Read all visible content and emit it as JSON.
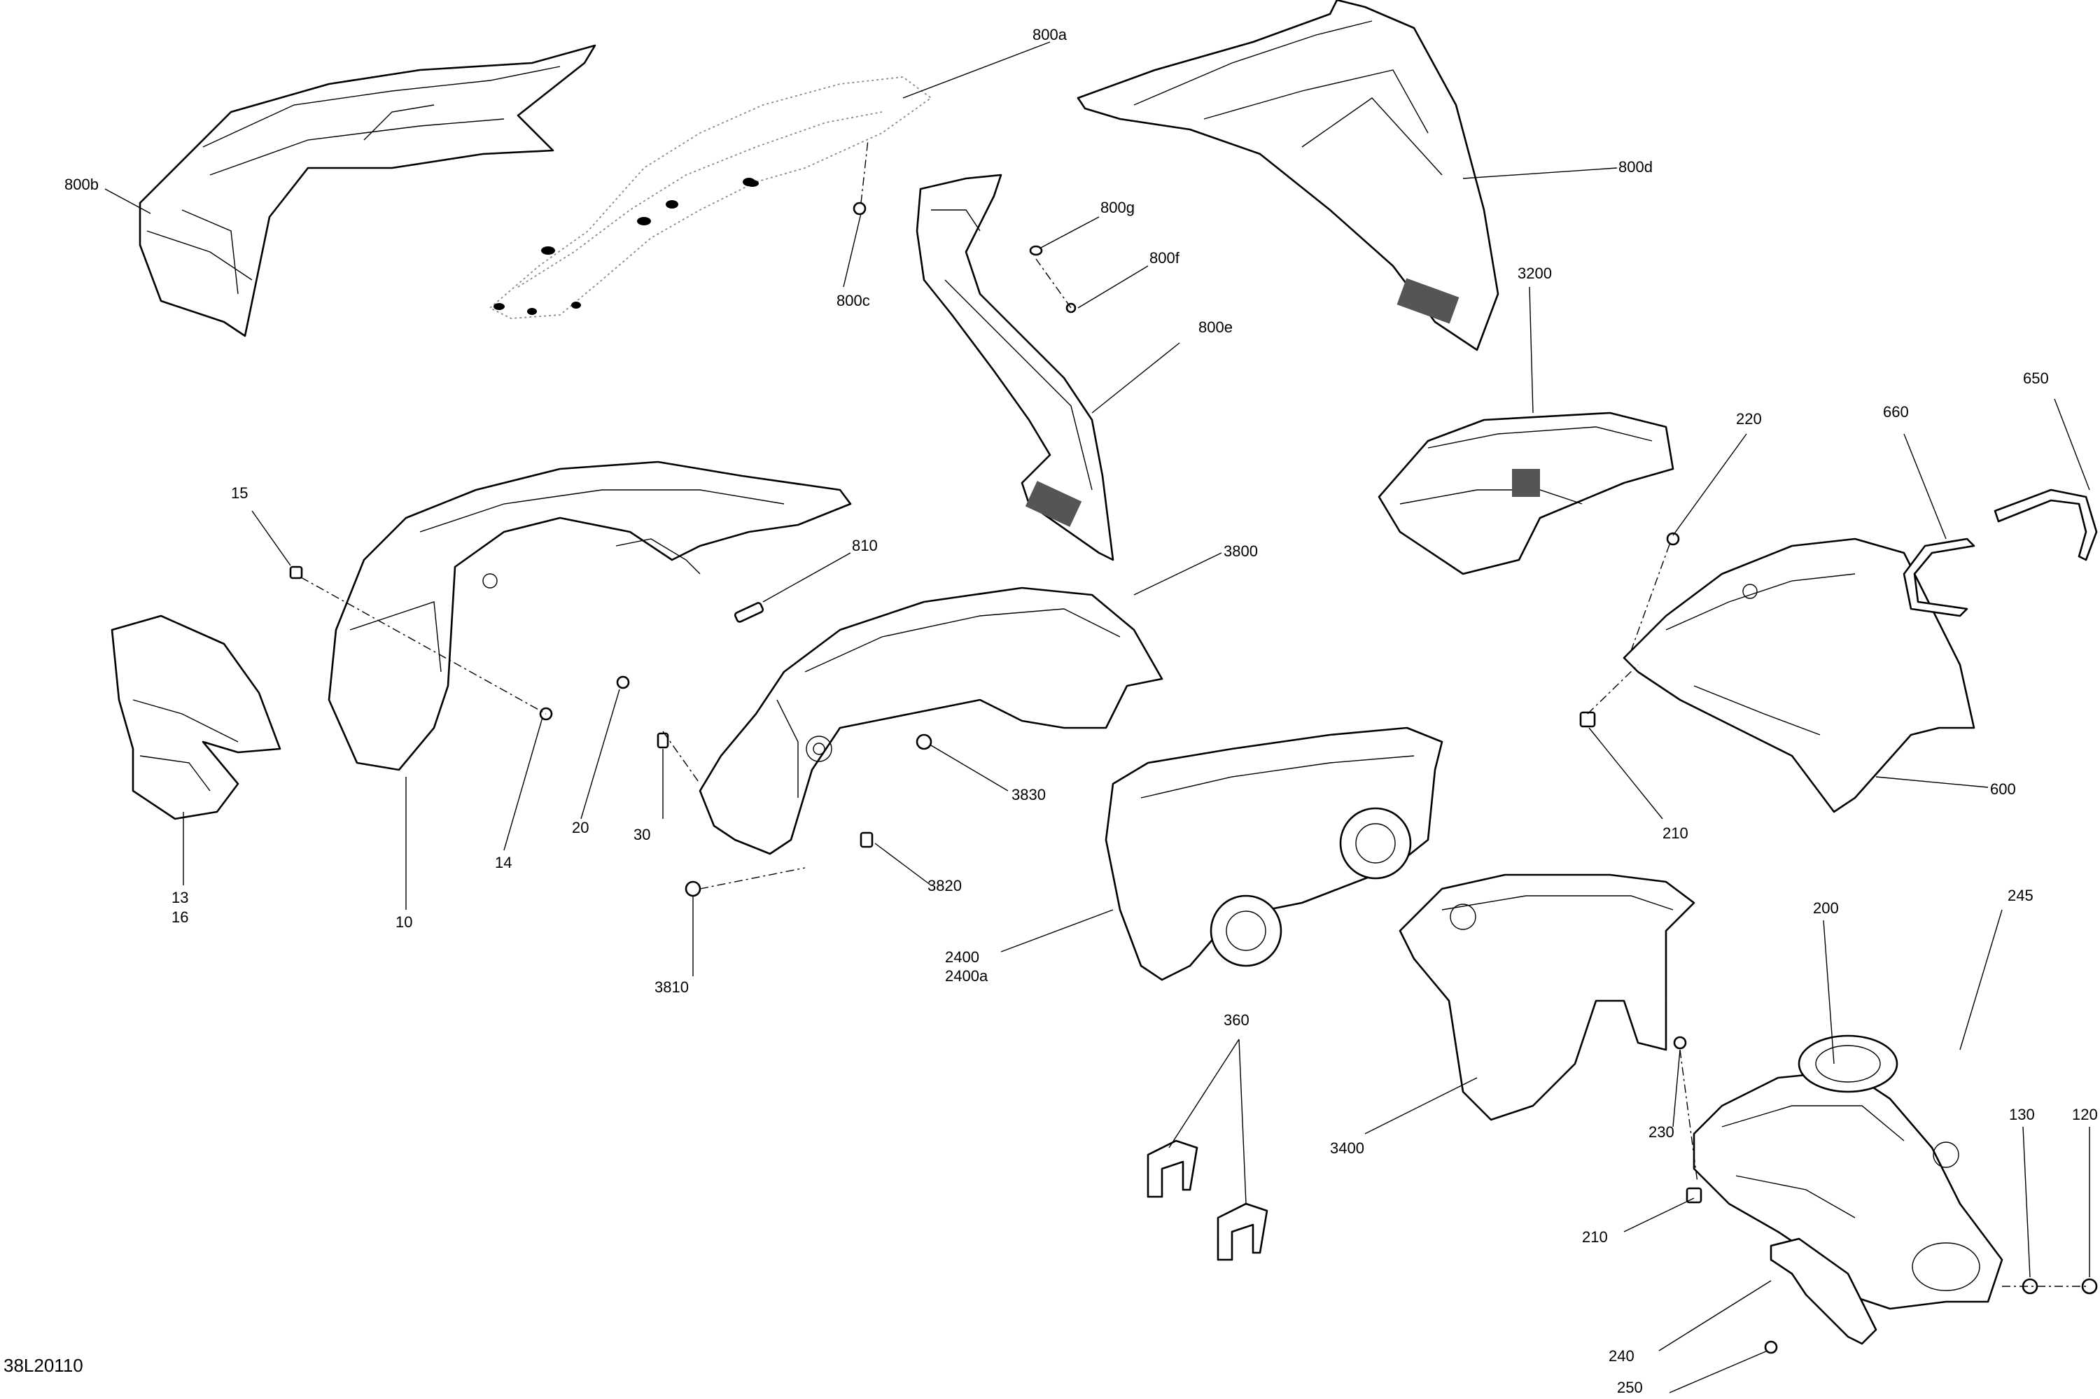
{
  "drawing_number": "38L20110",
  "callouts": {
    "c800a": "800a",
    "c800b": "800b",
    "c800c": "800c",
    "c800d": "800d",
    "c800e": "800e",
    "c800f": "800f",
    "c800g": "800g",
    "c15": "15",
    "c10": "10",
    "c13": "13",
    "c16": "16",
    "c14": "14",
    "c20": "20",
    "c30": "30",
    "c810": "810",
    "c3800": "3800",
    "c3830": "3830",
    "c3820": "3820",
    "c3810": "3810",
    "c3200": "3200",
    "c220": "220",
    "c660": "660",
    "c650": "650",
    "c600": "600",
    "c210a": "210",
    "c2400": "2400",
    "c2400a": "2400a",
    "c3400": "3400",
    "c360": "360",
    "c230": "230",
    "c200": "200",
    "c245": "245",
    "c130": "130",
    "c120": "120",
    "c210b": "210",
    "c240": "240",
    "c250": "250"
  }
}
